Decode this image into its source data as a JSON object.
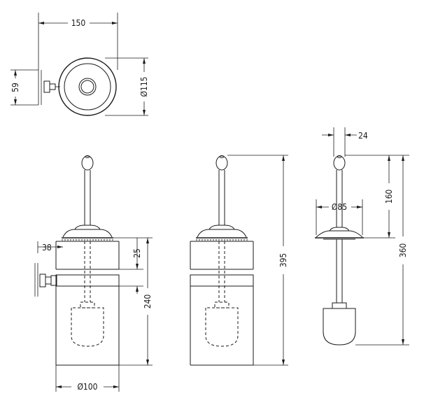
{
  "dimensions": {
    "top_width": "150",
    "top_diameter": "Ø115",
    "top_depth": "59",
    "front_offset": "38",
    "front_rim": "25",
    "front_height": "240",
    "front_diameter": "Ø100",
    "side_total_height": "395",
    "brush_handle_width": "24",
    "brush_cap_diameter": "Ø85",
    "brush_handle_length": "160",
    "brush_total_length": "360"
  },
  "colors": {
    "line": "#1a1a1a",
    "background": "#ffffff"
  }
}
